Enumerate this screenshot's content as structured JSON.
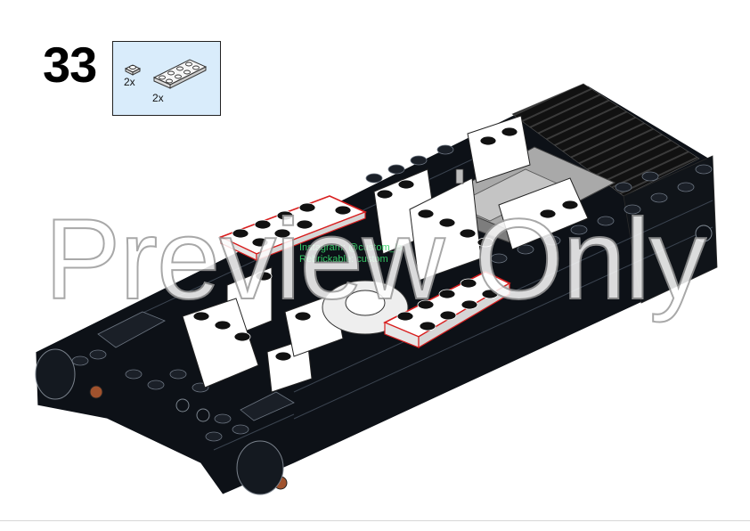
{
  "step": {
    "number": "33"
  },
  "parts": [
    {
      "name": "1x1 round plate light bluish gray",
      "qty": "2x"
    },
    {
      "name": "2x4 plate white",
      "qty": "2x"
    }
  ],
  "credit": {
    "line1": "Instagram: @custom_ls",
    "line2": "Rebrickable: custom"
  },
  "watermark": "Preview Only",
  "colors": {
    "parts_bg": "#d9ecfb",
    "chassis": "#0d1117",
    "white_brick": "#ffffff",
    "gray_brick": "#a9a9a9",
    "highlight": "#d81e1e",
    "credit_text": "#37d36a"
  }
}
